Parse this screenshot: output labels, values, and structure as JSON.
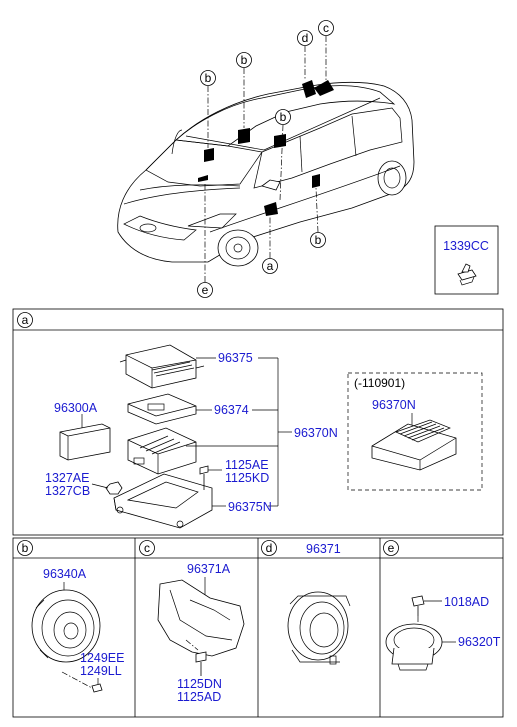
{
  "car_view": {
    "callouts": [
      "b",
      "b",
      "b",
      "b",
      "c",
      "d",
      "a",
      "e"
    ]
  },
  "clip_box": {
    "part": "1339CC"
  },
  "section_a": {
    "letter": "a",
    "parts": {
      "amp_cover": "96375",
      "amp_board": "96374",
      "amp_assy": "96370N",
      "pad": "96300A",
      "screw_1": "1125AE",
      "screw_2": "1125KD",
      "bracket": "96375N",
      "nut_1": "1327AE",
      "nut_2": "1327CB"
    },
    "variant": {
      "note": "(-110901)",
      "part": "96370N"
    }
  },
  "section_b": {
    "letter": "b",
    "speaker": "96340A",
    "screw_1": "1249EE",
    "screw_2": "1249LL"
  },
  "section_c": {
    "letter": "c",
    "bracket": "96371A",
    "bolt_1": "1125DN",
    "bolt_2": "1125AD"
  },
  "section_d": {
    "letter": "d",
    "header_part": "96371"
  },
  "section_e": {
    "letter": "e",
    "screw": "1018AD",
    "tweeter": "96320T"
  }
}
